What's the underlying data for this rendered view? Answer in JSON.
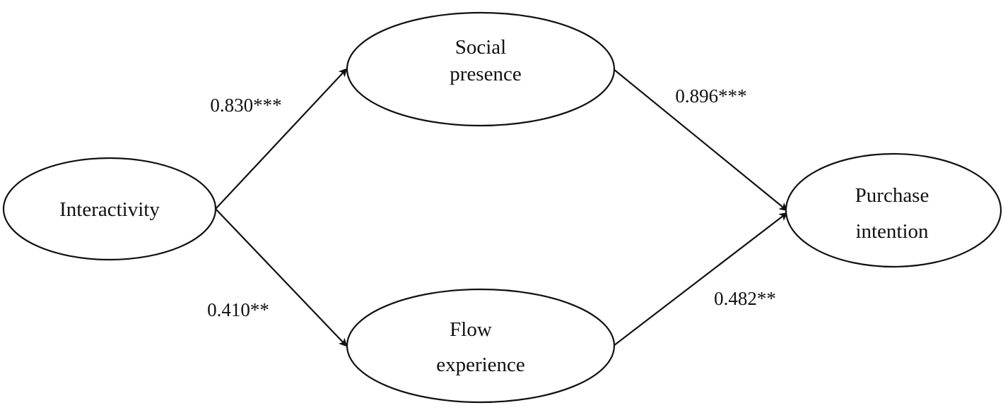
{
  "nodes": {
    "interactivity": {
      "lines": [
        "Interactivity"
      ]
    },
    "social_presence": {
      "lines": [
        "Social",
        "presence"
      ]
    },
    "flow_experience": {
      "lines": [
        "Flow",
        "experience"
      ]
    },
    "purchase_intention": {
      "lines": [
        "Purchase",
        "intention"
      ]
    }
  },
  "paths": {
    "interactivity_to_social_presence": {
      "coefficient": "0.830***"
    },
    "interactivity_to_flow_experience": {
      "coefficient": "0.410**"
    },
    "social_presence_to_purchase_intention": {
      "coefficient": "0.896***"
    },
    "flow_experience_to_purchase_intention": {
      "coefficient": "0.482**"
    }
  },
  "colors": {
    "stroke": "#111111",
    "background": "#ffffff"
  }
}
